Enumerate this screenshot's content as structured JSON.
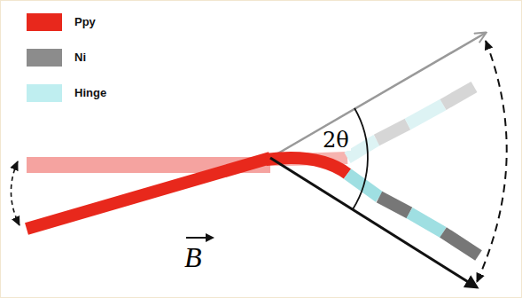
{
  "diagram": {
    "labels": [
      "2θ",
      "B"
    ],
    "legend": [
      {
        "text": "Ppy",
        "color": "#e8281c"
      },
      {
        "text": "Ni",
        "color": "#8c8c8c"
      },
      {
        "text": "Hinge",
        "color": "#bfeef0"
      }
    ]
  }
}
